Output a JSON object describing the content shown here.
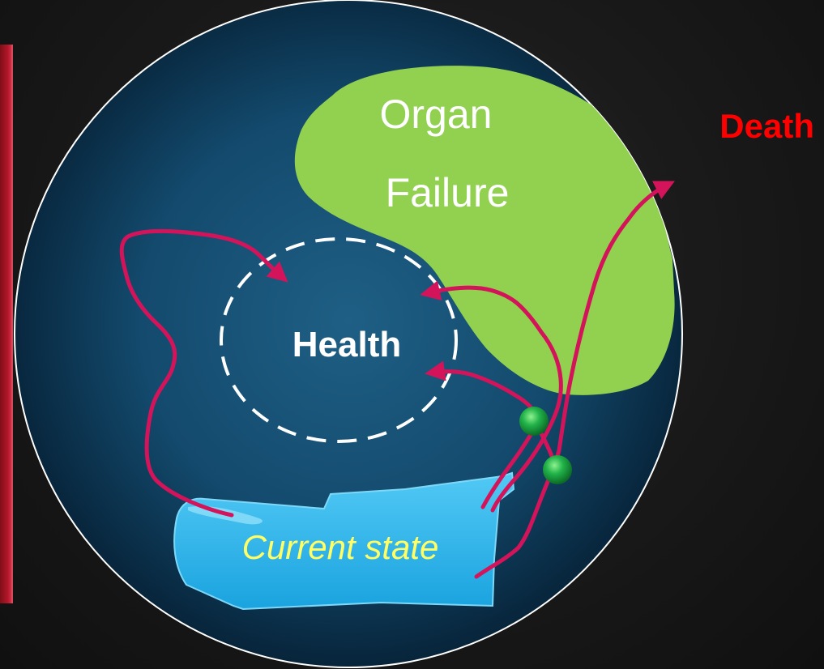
{
  "labels": {
    "organ": "Organ",
    "failure": "Failure",
    "death": "Death",
    "health": "Health",
    "current_state": "Current state"
  },
  "colors": {
    "background": "#151515",
    "circle_fill": "#0f3d5a",
    "organ_failure_region": "#92d050",
    "current_state_region": "#29b1e8",
    "trajectory": "#d4145a",
    "death_text": "#ff0000",
    "current_state_text": "#ffff66",
    "state_dot": "#1aa34a",
    "side_panel": "#b3162a"
  }
}
